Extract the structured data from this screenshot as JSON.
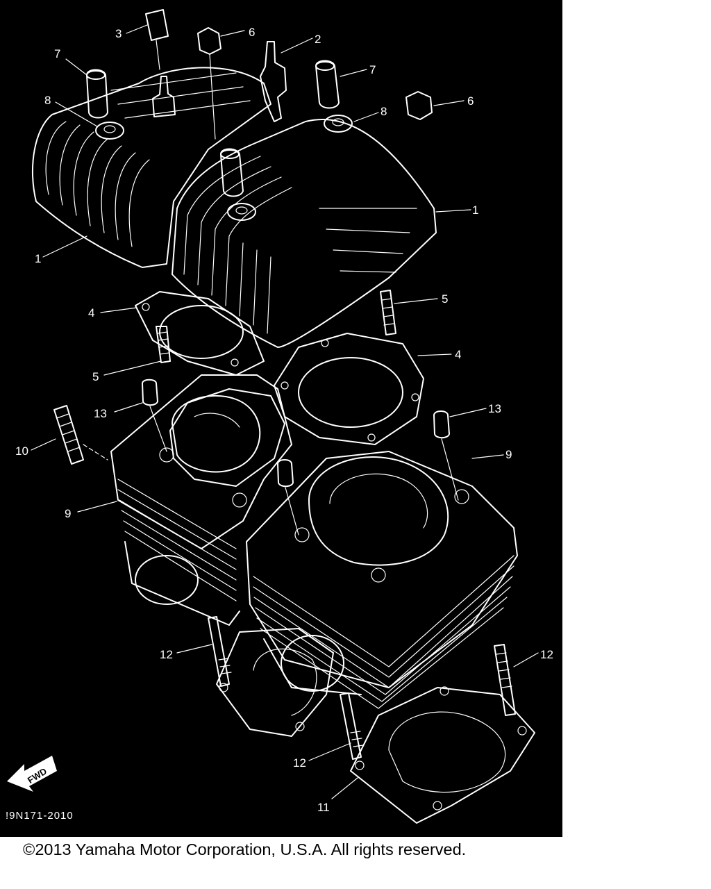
{
  "diagram": {
    "callouts": {
      "c1_left": "1",
      "c1_right": "1",
      "c2": "2",
      "c3": "3",
      "c4_left": "4",
      "c4_right": "4",
      "c5_left": "5",
      "c5_right": "5",
      "c6_left": "6",
      "c6_right": "6",
      "c7_left": "7",
      "c7_right": "7",
      "c8_left": "8",
      "c8_right": "8",
      "c9_left": "9",
      "c9_right": "9",
      "c10": "10",
      "c11": "11",
      "c12_upper": "12",
      "c12_right": "12",
      "c12_lower": "12",
      "c13_left": "13",
      "c13_right": "13"
    },
    "fwd_label": "FWD",
    "drawing_code": "!9N171-2010"
  },
  "footer": {
    "copyright": "©2013 Yamaha Motor Corporation, U.S.A. All rights reserved."
  }
}
